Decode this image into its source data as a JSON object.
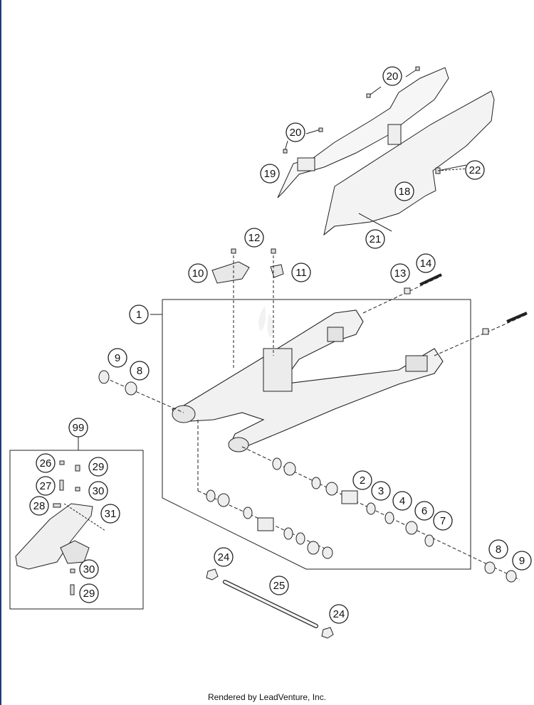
{
  "colors": {
    "frame_left": "#1a3d7c",
    "line": "#222222",
    "part_fill": "#f2f2f2",
    "watermark": "#e9e9e9"
  },
  "callouts": [
    "1",
    "2",
    "3",
    "4",
    "6",
    "7",
    "8",
    "8",
    "9",
    "9",
    "10",
    "11",
    "12",
    "13",
    "14",
    "18",
    "19",
    "20",
    "20",
    "21",
    "22",
    "24",
    "24",
    "25",
    "26",
    "27",
    "28",
    "29",
    "29",
    "30",
    "30",
    "31",
    "99"
  ],
  "footer": "Rendered by LeadVenture, Inc."
}
